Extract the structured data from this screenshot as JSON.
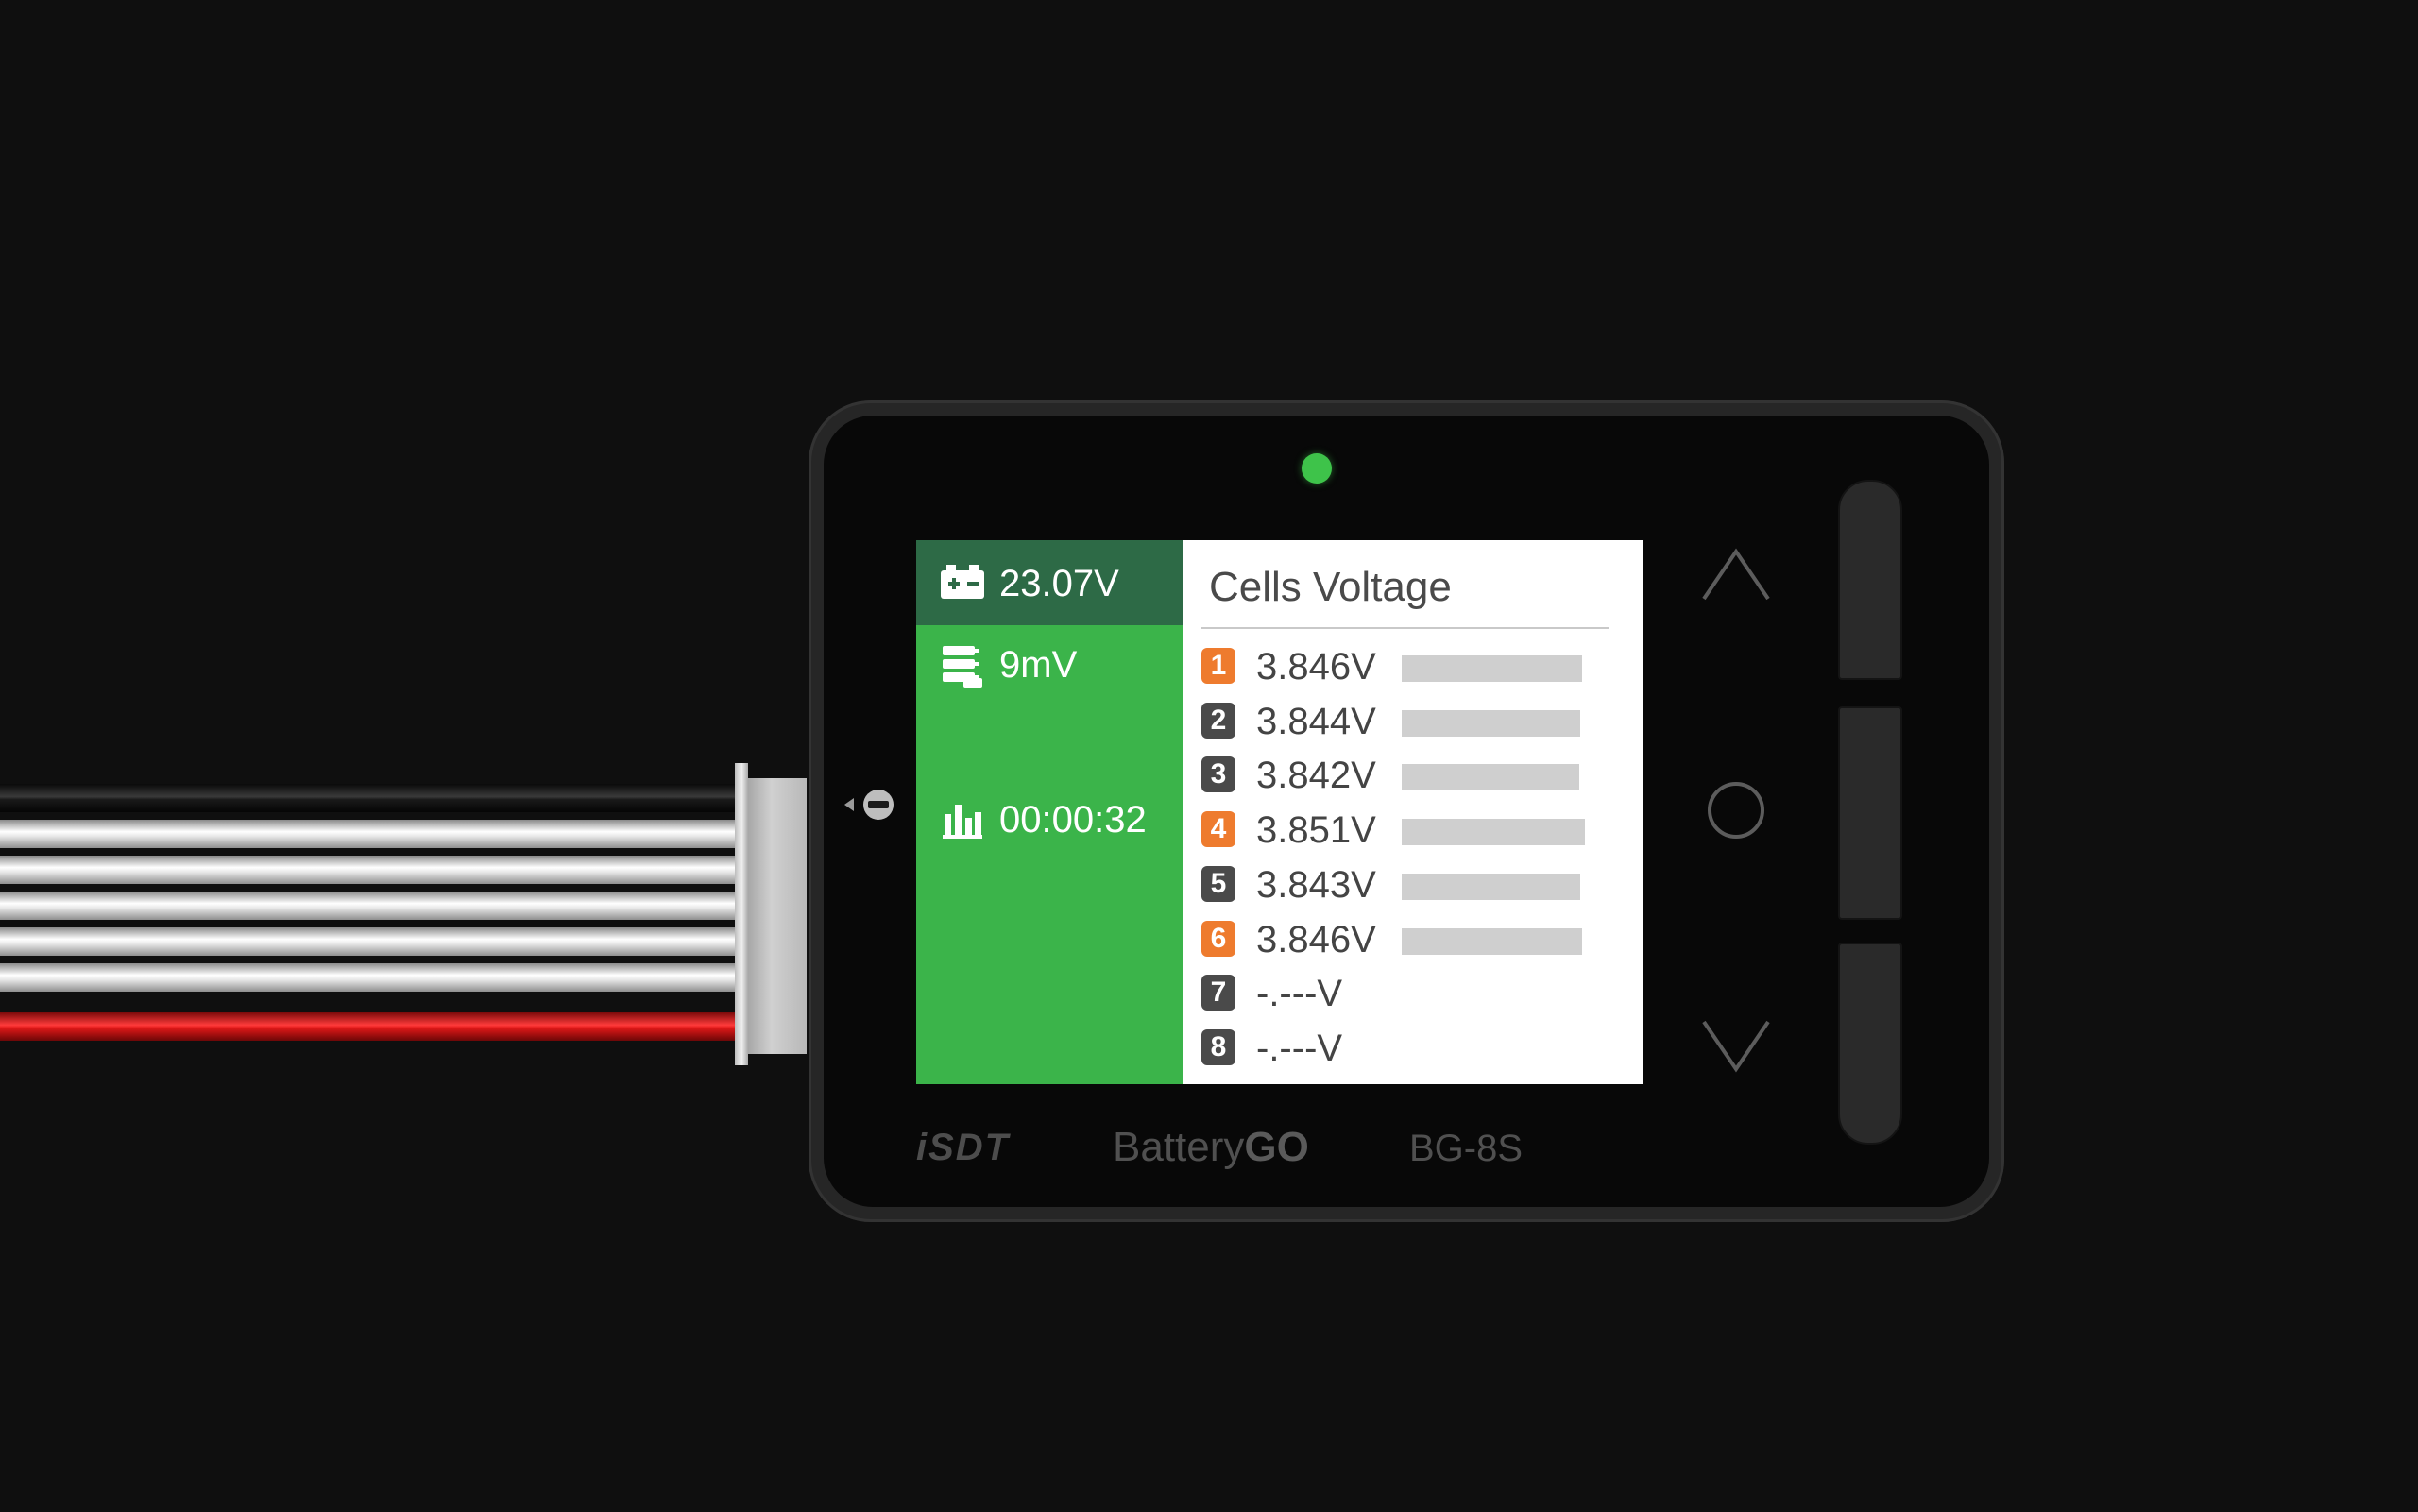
{
  "screen": {
    "total_voltage": "23.07V",
    "difference_voltage": "9mV",
    "elapsed_time": "00:00:32",
    "title": "Cells Voltage",
    "cells": [
      {
        "index": "1",
        "voltage": "3.846V",
        "badge_color": "#ee7b2e",
        "bar_level": 0.846
      },
      {
        "index": "2",
        "voltage": "3.844V",
        "badge_color": "#4a4a4a",
        "bar_level": 0.844
      },
      {
        "index": "3",
        "voltage": "3.842V",
        "badge_color": "#4a4a4a",
        "bar_level": 0.842
      },
      {
        "index": "4",
        "voltage": "3.851V",
        "badge_color": "#ee7b2e",
        "bar_level": 0.851
      },
      {
        "index": "5",
        "voltage": "3.843V",
        "badge_color": "#4a4a4a",
        "bar_level": 0.843
      },
      {
        "index": "6",
        "voltage": "3.846V",
        "badge_color": "#ee7b2e",
        "bar_level": 0.846
      },
      {
        "index": "7",
        "voltage": "-.---V",
        "badge_color": "#4a4a4a",
        "bar_level": null
      },
      {
        "index": "8",
        "voltage": "-.---V",
        "badge_color": "#4a4a4a",
        "bar_level": null
      }
    ]
  },
  "device": {
    "brand": "iSDT",
    "product_prefix": "Battery",
    "product_suffix": "GO",
    "model": "BG-8S",
    "status_led_color": "#3ec34a"
  },
  "icons": {
    "total": "battery-icon",
    "difference": "cell-stack-icon",
    "timer": "bar-chart-icon",
    "up": "chevron-up-icon",
    "select": "circle-icon",
    "down": "chevron-down-icon",
    "port": "port-minus-icon"
  },
  "colors": {
    "background": "#0f0f0f",
    "panel_green": "#3bb44a",
    "panel_dark_green": "#2d6a46",
    "badge_orange": "#ee7b2e",
    "badge_gray": "#4a4a4a",
    "bar_gray": "#cfcfcf"
  }
}
